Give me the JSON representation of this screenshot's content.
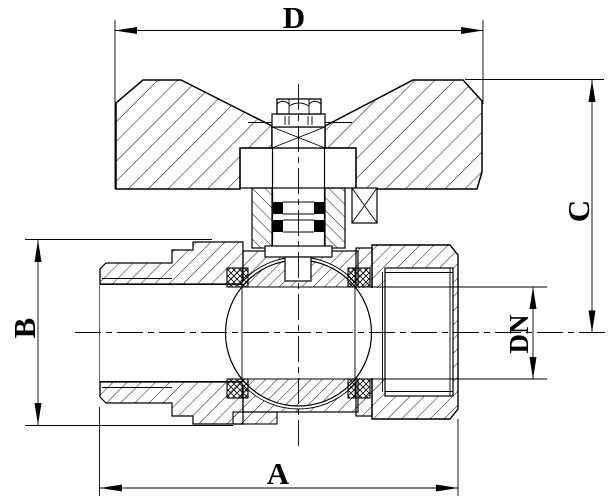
{
  "drawing": {
    "type": "ball-valve-cross-section",
    "background_color": "#ffffff",
    "line_color": "#000000"
  },
  "dims": {
    "top": "D",
    "right": "C",
    "left": "B",
    "bottom": "A",
    "bore": "DN"
  }
}
